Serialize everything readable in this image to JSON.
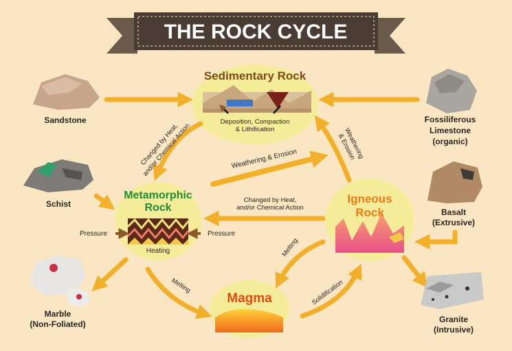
{
  "title": "THE ROCK CYCLE",
  "sedimentary": {
    "title": "Sedimentary Rock",
    "caption_line1": "Deposition, Compaction",
    "caption_line2": "& Lithification"
  },
  "metamorphic": {
    "title_line1": "Metamorphic",
    "title_line2": "Rock",
    "pressure_left": "Pressure",
    "pressure_right": "Pressure",
    "heating": "Heating"
  },
  "igneous": {
    "title_line1": "Igneous",
    "title_line2": "Rock"
  },
  "magma": {
    "title": "Magma"
  },
  "processes": {
    "heat_left_line1": "Changed by Heat,",
    "heat_left_line2": "and/or Chemical Action",
    "weathering_center": "Weathering & Erosion",
    "weathering_right_line1": "Weathering",
    "weathering_right_line2": "& Erosion",
    "heat_mid_line1": "Changed by Heat,",
    "heat_mid_line2": "and/or Chemical Action",
    "melting_right": "Melting",
    "melting_left": "Melting",
    "solidification": "Solidification"
  },
  "rocks": {
    "sandstone": "Sandstone",
    "schist": "Schist",
    "marble_line1": "Marble",
    "marble_line2": "(Non-Foliated)",
    "limestone_line1": "Fossiliferous",
    "limestone_line2": "Limestone",
    "limestone_line3": "(organic)",
    "basalt_line1": "Basalt",
    "basalt_line2": "(Extrusive)",
    "granite_line1": "Granite",
    "granite_line2": "(Intrusive)"
  },
  "colors": {
    "background": "#fbe6c4",
    "banner": "#4a3c33",
    "arrow": "#f2b02a",
    "bubble": "#f5ec9a",
    "sedimentary_title": "#7a4a1c",
    "metamorphic_title": "#1f8a3a",
    "igneous_title": "#f07a1a",
    "magma_title": "#e04a12"
  }
}
